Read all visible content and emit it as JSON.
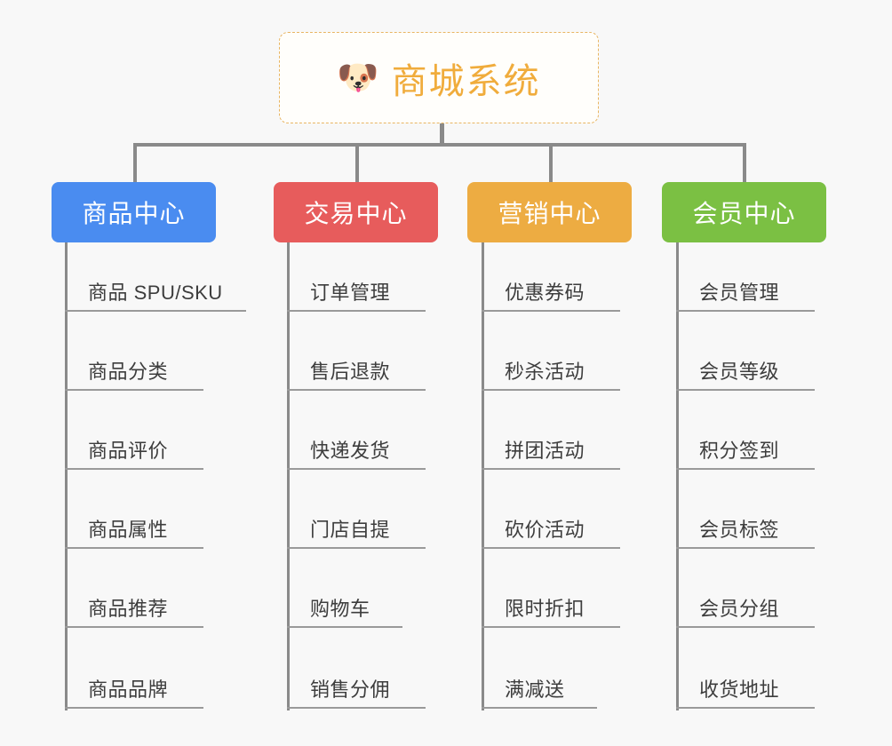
{
  "canvas": {
    "background": "#f8f8f8",
    "connector_color": "#8a8a8a",
    "leaf_text_color": "#3d3d3d",
    "leaf_line_color": "#9a9a9a"
  },
  "root": {
    "title": "商城系统",
    "icon": "shiba-dog-face-icon",
    "icon_glyph": "🐶",
    "text_color": "#f0ac3c",
    "border_color": "#e8b562",
    "background": "#fffefb"
  },
  "branches": [
    {
      "id": "product-center",
      "label": "商品中心",
      "color": "#4a8cf0",
      "items": [
        "商品 SPU/SKU",
        "商品分类",
        "商品评价",
        "商品属性",
        "商品推荐",
        "商品品牌"
      ]
    },
    {
      "id": "trade-center",
      "label": "交易中心",
      "color": "#e75c5c",
      "items": [
        "订单管理",
        "售后退款",
        "快递发货",
        "门店自提",
        "购物车",
        "销售分佣"
      ]
    },
    {
      "id": "marketing-center",
      "label": "营销中心",
      "color": "#edac42",
      "items": [
        "优惠券码",
        "秒杀活动",
        "拼团活动",
        "砍价活动",
        "限时折扣",
        "满减送"
      ]
    },
    {
      "id": "member-center",
      "label": "会员中心",
      "color": "#7bc043",
      "items": [
        "会员管理",
        "会员等级",
        "积分签到",
        "会员标签",
        "会员分组",
        "收货地址"
      ]
    }
  ]
}
